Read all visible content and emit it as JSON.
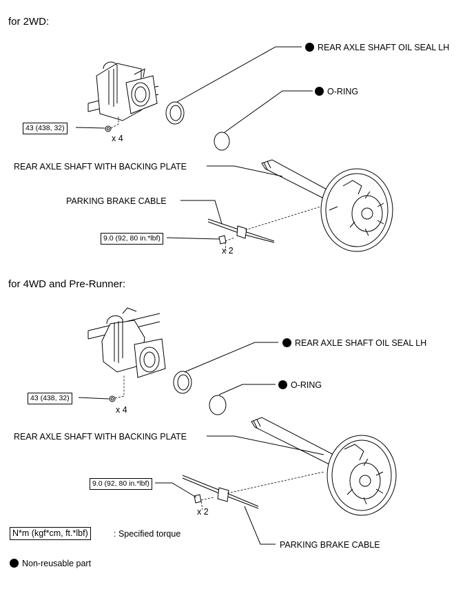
{
  "section_2wd": {
    "heading": "for 2WD:",
    "oil_seal_label": "REAR AXLE SHAFT OIL SEAL LH",
    "oring_label": "O-RING",
    "torque_housing": "43 (438, 32)",
    "qty_housing": "x 4",
    "axle_shaft_label": "REAR AXLE SHAFT WITH BACKING PLATE",
    "cable_label": "PARKING BRAKE CABLE",
    "torque_cable": "9.0 (92, 80 in.*lbf)",
    "qty_cable": "x 2"
  },
  "section_4wd": {
    "heading": "for 4WD and Pre-Runner:",
    "oil_seal_label": "REAR AXLE SHAFT OIL SEAL LH",
    "oring_label": "O-RING",
    "torque_housing": "43 (438, 32)",
    "qty_housing": "x 4",
    "axle_shaft_label": "REAR AXLE SHAFT WITH BACKING PLATE",
    "torque_cable": "9.0 (92, 80 in.*lbf)",
    "qty_cable": "x 2",
    "cable_label": "PARKING BRAKE CABLE"
  },
  "legend": {
    "torque_unit": "N*m (kgf*cm, ft.*lbf)",
    "torque_desc": ": Specified torque",
    "nonreusable": "Non-reusable part"
  },
  "icons": {
    "non_reusable": "filled-circle-icon"
  }
}
